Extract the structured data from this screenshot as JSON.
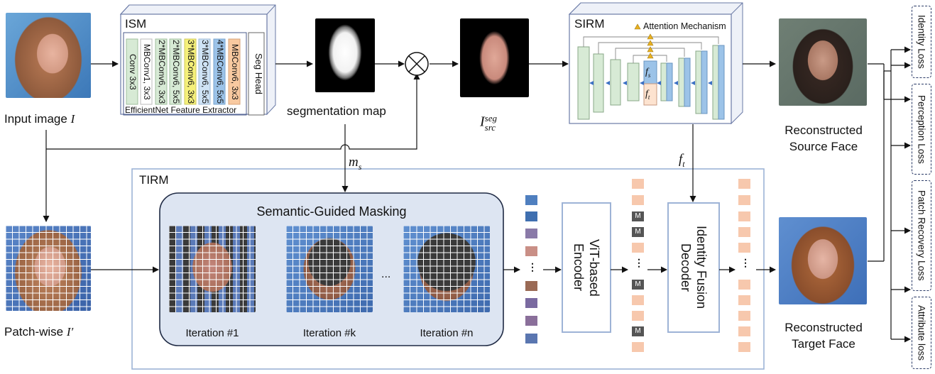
{
  "labels": {
    "input_image": "Input image",
    "input_symbol": "I",
    "patch_wise": "Patch-wise",
    "patch_symbol": "I′",
    "segmentation_map": "segmentation map",
    "i_src_seg_base": "I",
    "i_src_seg_sup": "seg",
    "i_src_seg_sub": "src",
    "m_s_base": "m",
    "m_s_sub": "s",
    "f_t_base": "f",
    "f_t_sub": "t",
    "f_s_base": "f",
    "f_s_sub": "s",
    "reconstructed_source": "Reconstructed\nSource Face",
    "reconstructed_target": "Reconstructed\nTarget Face"
  },
  "ism": {
    "title": "ISM",
    "layers": [
      "Conv 3x3",
      "MBConv1, 3x3",
      "2*MBConv6, 3x3",
      "2*MBConv6, 5x5",
      "3*MBConv6, 3x3",
      "3*MBConv6, 5x5",
      "4*MBConv6, 5x5",
      "MBConv6, 3x3"
    ],
    "extractor_label": "EfficientNet Feature Extractor",
    "seg_head": "Seg Head"
  },
  "sirm": {
    "title": "SIRM",
    "attention_legend": "Attention Mechanism"
  },
  "tirm": {
    "title": "TIRM",
    "masking_title": "Semantic-Guided Masking",
    "iterations": [
      "Iteration #1",
      "Iteration #k",
      "Iteration #n"
    ],
    "ellipsis": "...",
    "encoder": "ViT-based\nEncoder",
    "decoder": "Identity Fusion\nDecoder",
    "mask_token": "M"
  },
  "losses": [
    "Identity Loss",
    "Perception Loss",
    "Patch Recovery Loss",
    "Attribute loss"
  ],
  "colors": {
    "tirm_border": "#9db3d6",
    "masking_fill": "#dde5f2",
    "ism_border": "#4a5a8a",
    "sirm_green": "#d7ead5",
    "sirm_blue": "#9cc3e8",
    "token_orange": "#f7c8ad",
    "mask_gray": "#555555"
  }
}
